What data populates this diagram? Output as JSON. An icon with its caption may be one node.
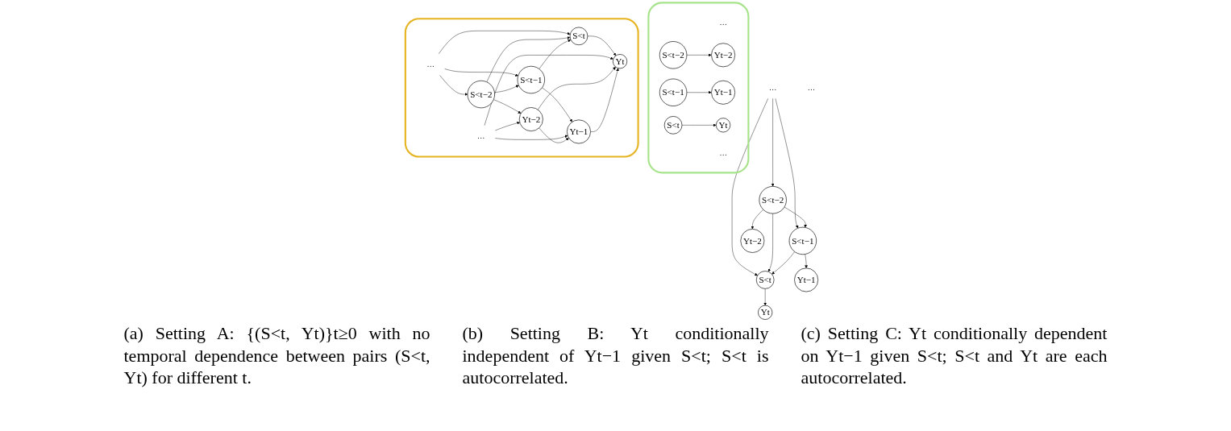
{
  "diagram": {
    "nodes": [
      {
        "text": [],
        "shape": "box"
      },
      {
        "text": [
          "…"
        ],
        "in": 0
      },
      {
        "text": [
          "S<t−2"
        ],
        "in": 0
      },
      {
        "text": [
          "S<t−1"
        ],
        "in": 0
      },
      {
        "text": [
          "S<t"
        ],
        "in": 0
      },
      {
        "text": [
          "…"
        ],
        "in": 0
      },
      {
        "text": [
          "Yt−2"
        ],
        "in": 0
      },
      {
        "text": [
          "Yt−1"
        ],
        "in": 0
      },
      {
        "text": [
          "Yt"
        ],
        "in": 0
      },
      {
        "text": [
          "…"
        ]
      },
      {
        "text": [
          "S<t−2"
        ]
      },
      {
        "text": [
          "S<t−1"
        ]
      },
      {
        "text": [
          "S<t"
        ]
      },
      {
        "text": [
          "…"
        ]
      },
      {
        "text": [
          "Yt−2"
        ]
      },
      {
        "text": [
          "Yt−1"
        ]
      },
      {
        "text": [
          "Yt"
        ]
      },
      {
        "text": [],
        "shape": "box"
      },
      {
        "text": [
          "…"
        ],
        "in": 17
      },
      {
        "text": [
          "S<t−2"
        ],
        "in": 17
      },
      {
        "text": [
          "S<t−1"
        ],
        "in": 17
      },
      {
        "text": [
          "S<t"
        ],
        "in": 17
      },
      {
        "text": [
          "…"
        ],
        "in": 17
      },
      {
        "text": [
          "Yt−2"
        ],
        "in": 17
      },
      {
        "text": [
          "Yt−1"
        ],
        "in": 17
      },
      {
        "text": [
          "Yt"
        ],
        "in": 17
      }
    ],
    "edges": [
      {
        "from": 2,
        "to": 6,
        "arrow": "to"
      },
      {
        "from": 3,
        "to": 7,
        "arrow": "to"
      },
      {
        "from": 4,
        "to": 8,
        "arrow": "to"
      },
      {
        "from": 9,
        "to": 10,
        "arrow": "to"
      },
      {
        "from": 9,
        "to": 11,
        "arrow": "to"
      },
      {
        "from": 9,
        "to": 12,
        "arrow": "to"
      },
      {
        "from": 10,
        "to": 12,
        "arrow": "to"
      },
      {
        "from": 10,
        "to": 11,
        "arrow": "to"
      },
      {
        "from": 11,
        "to": 12,
        "arrow": "to"
      },
      {
        "from": 10,
        "to": 14,
        "arrow": "to"
      },
      {
        "from": 11,
        "to": 15,
        "arrow": "to"
      },
      {
        "from": 12,
        "to": 16,
        "arrow": "to"
      },
      {
        "from": 18,
        "to": 19,
        "arrow": "to"
      },
      {
        "from": 18,
        "to": 20,
        "arrow": "to"
      },
      {
        "from": 18,
        "to": 21,
        "arrow": "to"
      },
      {
        "from": 19,
        "to": 21,
        "arrow": "to"
      },
      {
        "from": 19,
        "to": 20,
        "arrow": "to"
      },
      {
        "from": 20,
        "to": 21,
        "arrow": "to"
      },
      {
        "from": 19,
        "to": 23,
        "arrow": "to"
      },
      {
        "from": 20,
        "to": 24,
        "arrow": "to"
      },
      {
        "from": 21,
        "to": 25,
        "arrow": "to"
      },
      {
        "from": 22,
        "to": 23,
        "arrow": "to"
      },
      {
        "from": 22,
        "to": 24,
        "arrow": "to"
      },
      {
        "from": 22,
        "to": 25,
        "arrow": "to"
      },
      {
        "from": 23,
        "to": 25,
        "arrow": "to"
      },
      {
        "from": 23,
        "to": 24,
        "arrow": "to"
      },
      {
        "from": 24,
        "to": 25,
        "arrow": "to"
      }
    ],
    "labels": [
      "(a) Setting A: {(S<t, Yt)}t≥0 with no temporal dependence between pairs (S<t, Yt) for different t.",
      "(b) Setting B: Yt conditionally independent of Yt−1 given S<t; S<t is autocorrelated.",
      "(c) Setting C: Yt conditionally dependent on Yt−1 given S<t; S<t and Yt are each autocorrelated."
    ]
  }
}
